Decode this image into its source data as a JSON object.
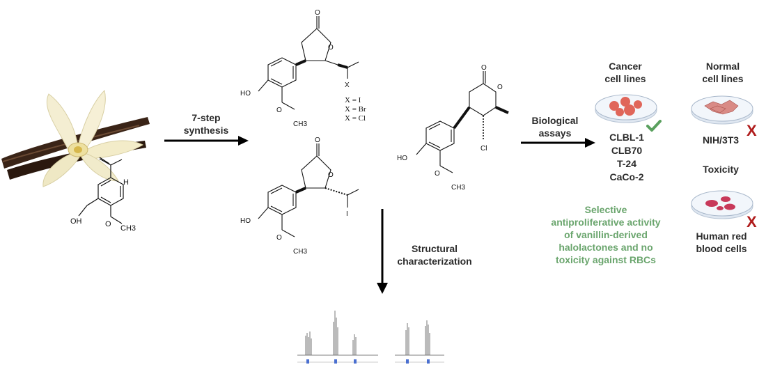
{
  "arrows": {
    "synthesis_line1": "7-step",
    "synthesis_line2": "synthesis",
    "structural_line1": "Structural",
    "structural_line2": "characterization",
    "biological_line1": "Biological",
    "biological_line2": "assays"
  },
  "vanillin": {
    "cho_label": "H",
    "oh_label": "OH",
    "ome_label": "O",
    "me_label": "CH3"
  },
  "lactone_top": {
    "ho": "HO",
    "ome": "O",
    "me": "CH3",
    "x": "X",
    "x_options": [
      "X = I",
      "X = Br",
      "X = Cl"
    ]
  },
  "lactone_bottom": {
    "ho": "HO",
    "ome": "O",
    "me": "CH3",
    "halogen": "I"
  },
  "lactone_six": {
    "ho": "HO",
    "ome": "O",
    "me": "CH3",
    "halogen": "Cl"
  },
  "cancer": {
    "title_line1": "Cancer",
    "title_line2": "cell lines",
    "lines": [
      "CLBL-1",
      "CLB70",
      "T-24",
      "CaCo-2"
    ],
    "result": "check"
  },
  "normal": {
    "title_line1": "Normal",
    "title_line2": "cell lines",
    "line": "NIH/3T3",
    "result": "X"
  },
  "toxicity": {
    "title": "Toxicity",
    "cells_line1": "Human red",
    "cells_line2": "blood cells",
    "result": "X"
  },
  "conclusion": [
    "Selective",
    "antiproliferative activity",
    "of vanillin-derived",
    "halolactones and no",
    "toxicity against RBCs"
  ],
  "colors": {
    "conclusion": "#6aa56d",
    "check": "#5aa05e",
    "cross": "#b01d1d",
    "cancer_cells": "#e0665a",
    "rbc": "#c8395a",
    "fibroblast": "#d98b86"
  }
}
